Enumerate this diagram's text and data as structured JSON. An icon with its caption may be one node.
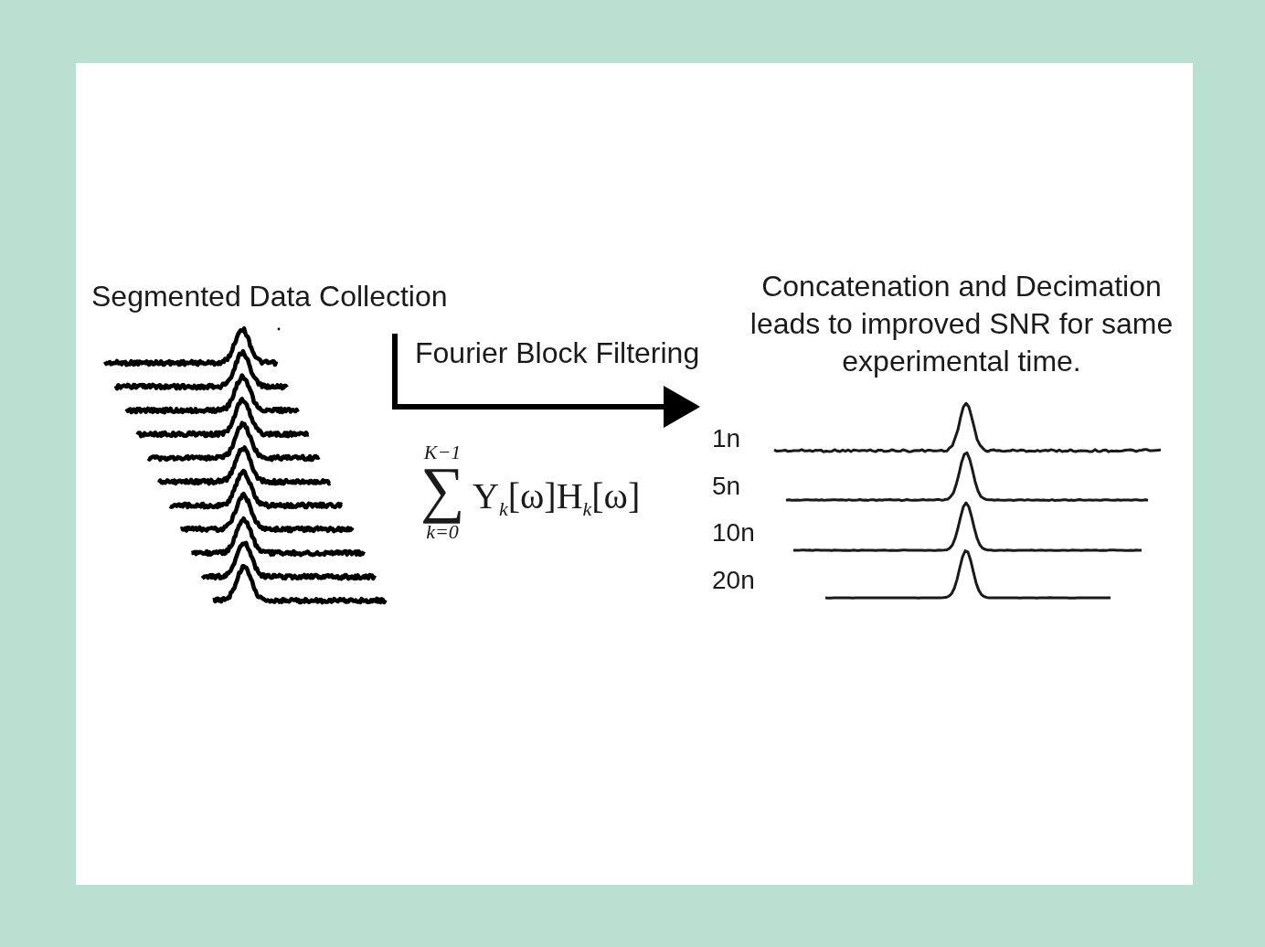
{
  "diagram": {
    "nodes": [
      {
        "text": [],
        "shape": "picture",
        "beside": [
          "Segmented Data Collection"
        ]
      },
      {
        "text": [],
        "shape": "picture",
        "beside": [
          "Concatenation and Decimation leads to improved SNR for same experimental time.",
          "1n",
          "5n",
          "10n",
          "20n"
        ]
      }
    ],
    "edges": [
      {
        "from": 0,
        "to": 1,
        "arrow": "to",
        "label": "Fourier Block Filtering"
      }
    ],
    "labels": [
      "∑$^{K−1}$$_{k=0}$ Y$_{k}$[ω]H$_{k}$[ω]"
    ]
  }
}
